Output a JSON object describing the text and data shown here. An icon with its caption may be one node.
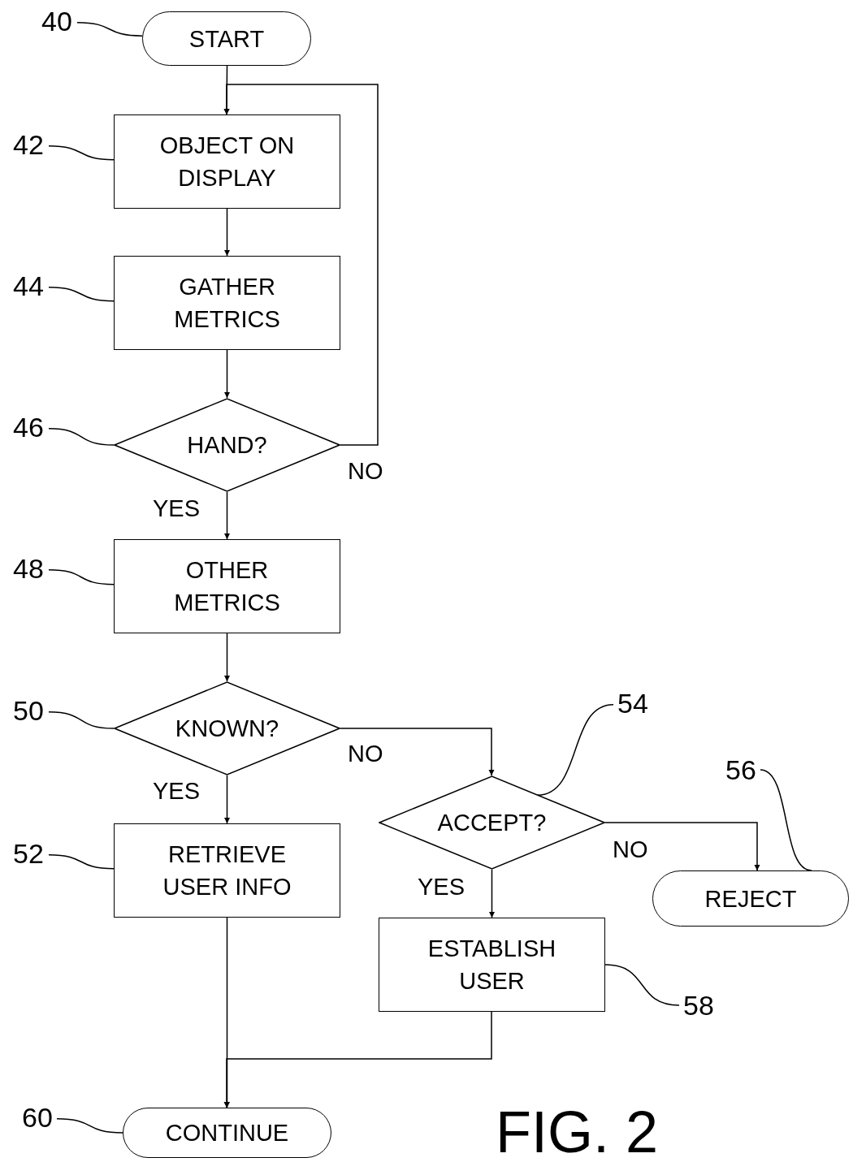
{
  "diagram": {
    "nodes": [
      {
        "text": [
          "START"
        ]
      },
      {
        "text": [
          "40"
        ]
      },
      {
        "text": [
          "OBJECT ON DISPLAY"
        ]
      },
      {
        "text": [
          "42"
        ]
      },
      {
        "text": [
          "GATHER METRICS"
        ]
      },
      {
        "text": [
          "44"
        ]
      },
      {
        "text": [
          "HAND?"
        ]
      },
      {
        "text": [
          "46"
        ]
      },
      {
        "text": [
          "OTHER METRICS"
        ]
      },
      {
        "text": [
          "48"
        ]
      },
      {
        "text": [
          "KNOWN?"
        ]
      },
      {
        "text": [
          "50"
        ]
      },
      {
        "text": [
          "RETRIEVE USER INFO"
        ]
      },
      {
        "text": [
          "52"
        ]
      },
      {
        "text": [
          "ACCEPT?"
        ]
      },
      {
        "text": [
          "54"
        ]
      },
      {
        "text": [
          "REJECT"
        ]
      },
      {
        "text": [
          "56"
        ]
      },
      {
        "text": [
          "ESTABLISH USER"
        ]
      },
      {
        "text": [
          "58"
        ]
      },
      {
        "text": [
          "CONTINUE"
        ]
      },
      {
        "text": [
          "60"
        ]
      }
    ],
    "edges": [
      {
        "from": 0,
        "to": 2,
        "arrow": "to"
      },
      {
        "from": 2,
        "to": 4,
        "arrow": "to"
      },
      {
        "from": 4,
        "to": 6,
        "arrow": "to"
      },
      {
        "from": 6,
        "to": 2,
        "arrow": "to",
        "label": "NO"
      },
      {
        "from": 6,
        "to": 8,
        "arrow": "to",
        "label": "YES"
      },
      {
        "from": 8,
        "to": 10,
        "arrow": "to"
      },
      {
        "from": 10,
        "to": 14,
        "arrow": "to",
        "label": "NO"
      },
      {
        "from": 10,
        "to": 12,
        "arrow": "to",
        "label": "YES"
      },
      {
        "from": 14,
        "to": 16,
        "arrow": "to",
        "label": "NO"
      },
      {
        "from": 14,
        "to": 18,
        "arrow": "to",
        "label": "YES"
      },
      {
        "from": 12,
        "to": 20,
        "arrow": "to"
      },
      {
        "from": 18,
        "to": 20,
        "arrow": "to"
      },
      {
        "from": 1,
        "to": 0,
        "arrow": "none"
      },
      {
        "from": 3,
        "to": 2,
        "arrow": "none"
      },
      {
        "from": 5,
        "to": 4,
        "arrow": "none"
      },
      {
        "from": 7,
        "to": 6,
        "arrow": "none"
      },
      {
        "from": 9,
        "to": 8,
        "arrow": "none"
      },
      {
        "from": 11,
        "to": 10,
        "arrow": "none"
      },
      {
        "from": 13,
        "to": 12,
        "arrow": "none"
      },
      {
        "from": 15,
        "to": 14,
        "arrow": "none"
      },
      {
        "from": 17,
        "to": 16,
        "arrow": "none"
      },
      {
        "from": 19,
        "to": 18,
        "arrow": "none"
      },
      {
        "from": 21,
        "to": 20,
        "arrow": "none"
      }
    ],
    "labels": [
      "FIG. 2"
    ]
  }
}
